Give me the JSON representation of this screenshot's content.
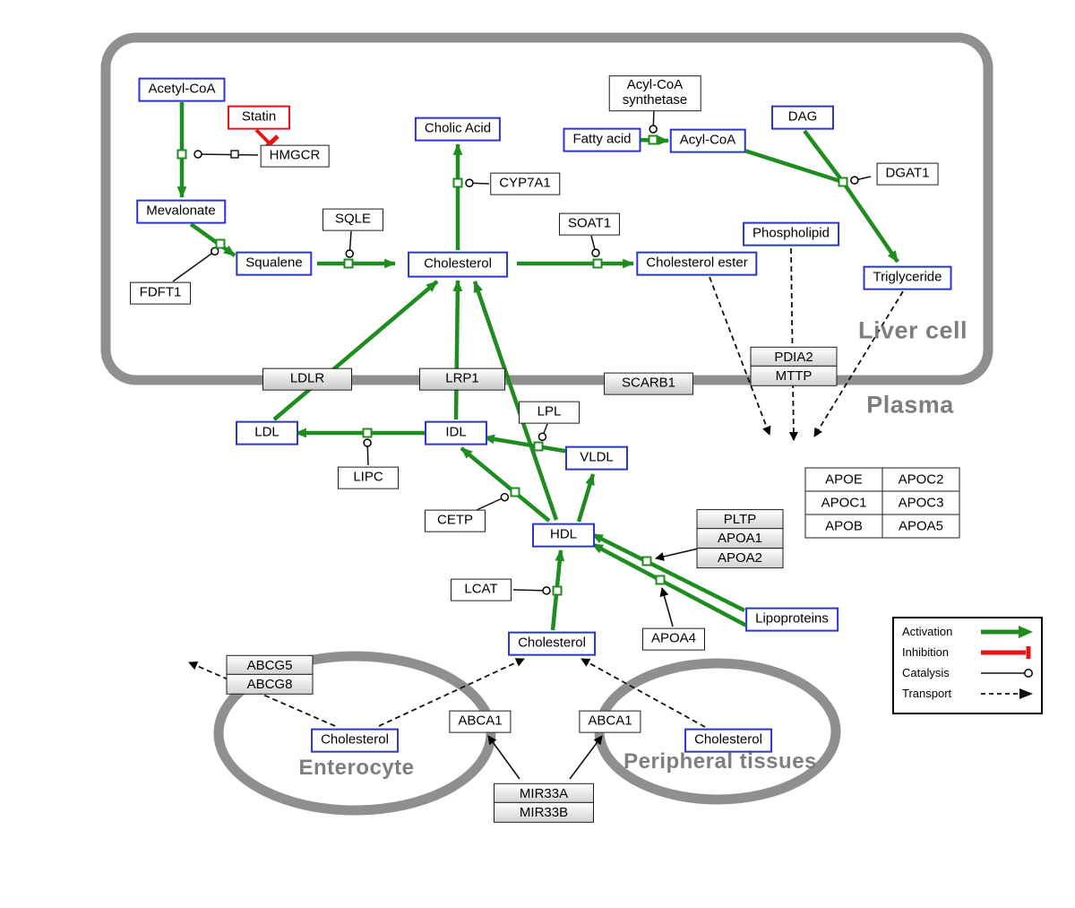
{
  "regions": {
    "liver": "Liver cell",
    "plasma": "Plasma",
    "enterocyte": "Enterocyte",
    "peripheral": "Peripheral tissues"
  },
  "nodes": {
    "acetyl_coa": "Acetyl-CoA",
    "statin": "Statin",
    "hmgcr": "HMGCR",
    "mevalonate": "Mevalonate",
    "fdft1": "FDFT1",
    "squalene": "Squalene",
    "sqle": "SQLE",
    "cholesterol_liver": "Cholesterol",
    "cholic_acid": "Cholic Acid",
    "cyp7a1": "CYP7A1",
    "soat1": "SOAT1",
    "cholesterol_ester": "Cholesterol ester",
    "acyl_coa_synthetase_line1": "Acyl-CoA",
    "acyl_coa_synthetase_line2": "synthetase",
    "fatty_acid": "Fatty acid",
    "acyl_coa": "Acyl-CoA",
    "dag": "DAG",
    "dgat1": "DGAT1",
    "phospholipid": "Phospholipid",
    "triglyceride": "Triglyceride",
    "ldlr": "LDLR",
    "lrp1": "LRP1",
    "scarb1": "SCARB1",
    "pdia2": "PDIA2",
    "mttp": "MTTP",
    "ldl": "LDL",
    "idl": "IDL",
    "lipc": "LIPC",
    "lpl": "LPL",
    "vldl": "VLDL",
    "cetp": "CETP",
    "hdl": "HDL",
    "lcat": "LCAT",
    "pltp": "PLTP",
    "apoa1": "APOA1",
    "apoa2": "APOA2",
    "apoa4": "APOA4",
    "lipoproteins": "Lipoproteins",
    "cholesterol_plasma": "Cholesterol",
    "abcg5": "ABCG5",
    "abcg8": "ABCG8",
    "cholesterol_enterocyte": "Cholesterol",
    "abca1_left": "ABCA1",
    "abca1_right": "ABCA1",
    "cholesterol_peripheral": "Cholesterol",
    "mir33a": "MIR33A",
    "mir33b": "MIR33B"
  },
  "apo_table": {
    "rows": [
      [
        "APOE",
        "APOC2"
      ],
      [
        "APOC1",
        "APOC3"
      ],
      [
        "APOB",
        "APOA5"
      ]
    ]
  },
  "legend": {
    "activation": "Activation",
    "inhibition": "Inhibition",
    "catalysis": "Catalysis",
    "transport": "Transport"
  },
  "colors": {
    "activation_green": "#1f8c1f",
    "inhibition_red": "#ee1111",
    "metabolite_border_blue": "#2b36c9",
    "membrane_gray": "#8f8f8f"
  }
}
